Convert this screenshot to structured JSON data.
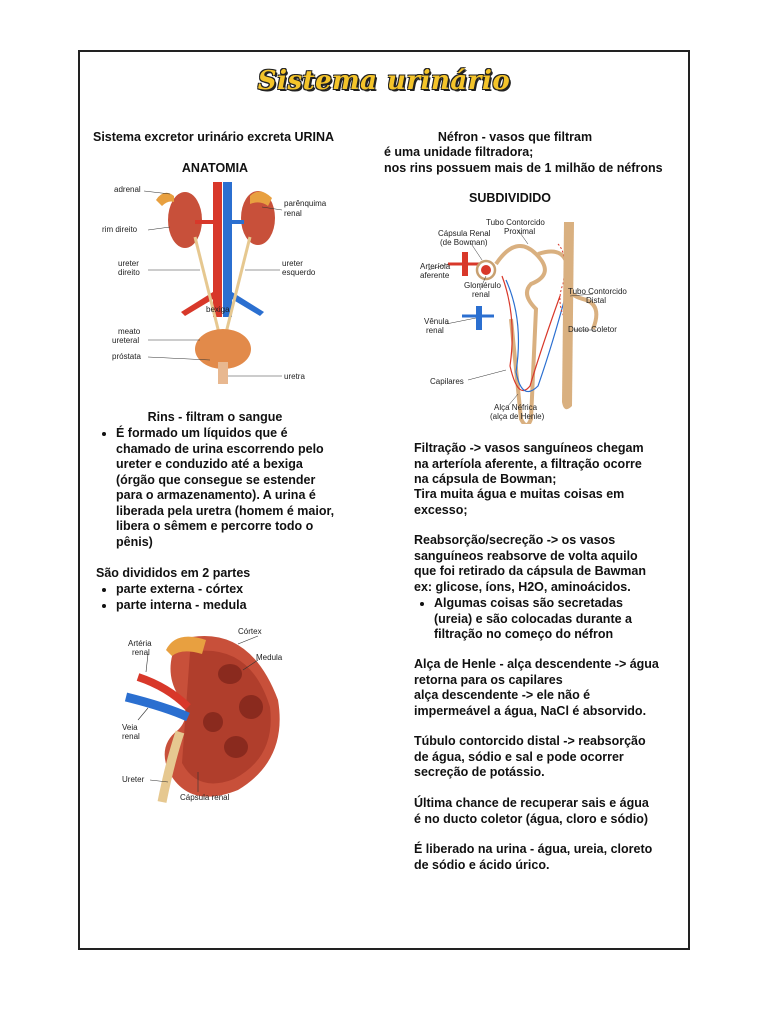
{
  "title": "Sistema urinário",
  "left": {
    "intro": "Sistema excretor urinário excreta URINA",
    "anatomy_heading": "ANATOMIA",
    "anatomy_labels": {
      "adrenal": "adrenal",
      "parenquima": "parênquima",
      "renal": "renal",
      "rim_direito": "rim direito",
      "ureter_direito_1": "ureter",
      "ureter_direito_2": "direito",
      "ureter_esquerdo_1": "ureter",
      "ureter_esquerdo_2": "esquerdo",
      "bexiga": "bexiga",
      "meato_1": "meato",
      "meato_2": "ureteral",
      "prostata": "próstata",
      "uretra": "uretra"
    },
    "rins_heading": "Rins - filtram o sangue",
    "rins_bullet": "É formado um líquidos que é chamado de urina escorrendo pelo ureter e conduzido até a bexiga (órgão que consegue se estender para o armazenamento). A urina é liberada pela uretra (homem é maior, libera o sêmem e percorre todo o pênis)",
    "divididos": "São divididos em 2 partes",
    "parts": [
      "parte externa - córtex",
      "parte interna - medula"
    ],
    "kidney_labels": {
      "cortex": "Córtex",
      "arteria_1": "Artéria",
      "arteria_2": "renal",
      "medula": "Medula",
      "veia_1": "Veia",
      "veia_2": "renal",
      "ureter": "Ureter",
      "capsula": "Cápsula renal"
    }
  },
  "right": {
    "nefron_1": "Néfron - vasos que filtram",
    "nefron_2": "é uma unidade filtradora;",
    "nefron_3": "nos rins possuem mais de 1 milhão de néfrons",
    "subdividido": "SUBDIVIDIDO",
    "nephron_labels": {
      "tubo_prox_1": "Tubo Contorcido",
      "tubo_prox_2": "Proximal",
      "capsula_1": "Cápsula Renal",
      "capsula_2": "(de Bowman)",
      "arteriola_1": "Arteríola",
      "arteriola_2": "aferente",
      "glomerulo_1": "Glomérulo",
      "glomerulo_2": "renal",
      "tubo_distal_1": "Tubo Contorcido",
      "tubo_distal_2": "Distal",
      "venula_1": "Vênula",
      "venula_2": "renal",
      "ducto": "Ducto Coletor",
      "capilares": "Capilares",
      "alca_1": "Alça Néfrica",
      "alca_2": "(alça de Henle)"
    },
    "filtracao": "Filtração -> vasos sanguíneos chegam na arteríola aferente,  a filtração ocorre na cápsula de Bowman;",
    "tira": "Tira muita água e muitas coisas em excesso;",
    "reabsorcao": "Reabsorção/secreção -> os vasos sanguíneos reabsorve de volta aquilo que foi retirado da cápsula de Bawman ex: glicose, íons, H2O, aminoácidos.",
    "reabsorcao_bullet": "Algumas coisas são secretadas (ureia) e são colocadas durante a filtração no começo do néfron",
    "alca_1": "Alça de Henle - alça descendente -> água retorna para os capilares",
    "alca_2": "alça descendente -> ele não é impermeável a água, NaCl é absorvido.",
    "tubulo": "Túbulo contorcido distal -> reabsorção de água, sódio e sal e pode ocorrer secreção de potássio.",
    "ultima": "Última chance de recuperar sais e água é no ducto coletor (água, cloro e sódio)",
    "liberado": "É liberado na urina - água, ureia, cloreto de sódio e ácido úrico."
  },
  "colors": {
    "title": "#f4c42a",
    "artery": "#d8382a",
    "vein": "#2b6fd0",
    "kidney": "#c8503a"
  }
}
